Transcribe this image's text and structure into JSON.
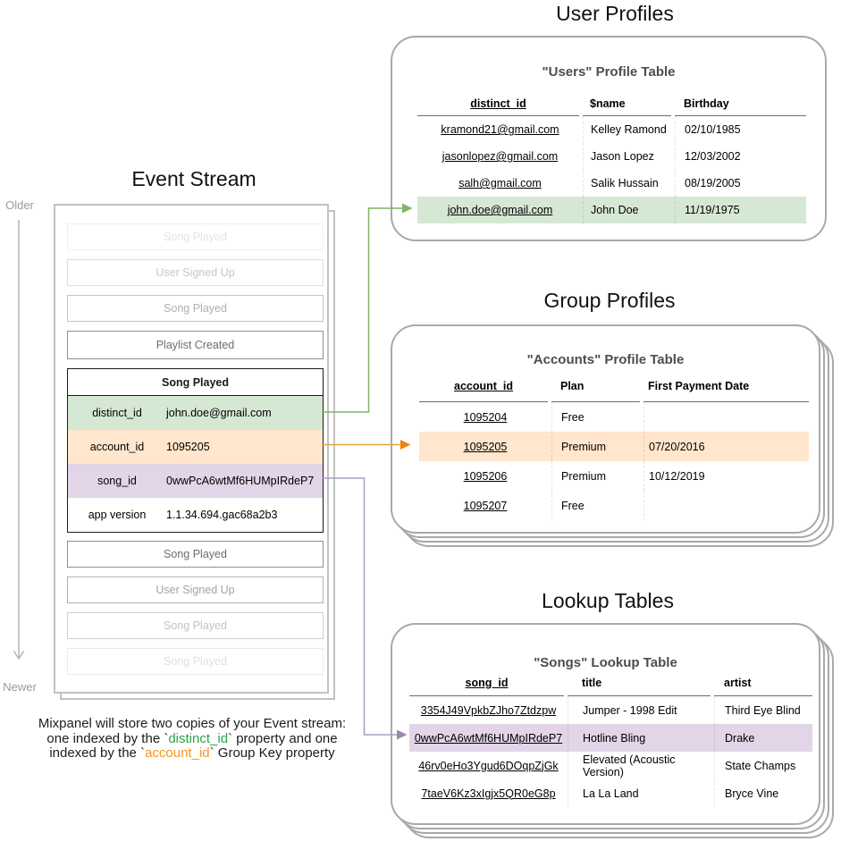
{
  "sections": {
    "event_stream": "Event Stream",
    "user_profiles": "User Profiles",
    "group_profiles": "Group Profiles",
    "lookup_tables": "Lookup Tables"
  },
  "timeline": {
    "older": "Older",
    "newer": "Newer"
  },
  "event_stream": {
    "events_before": [
      "Song Played",
      "User Signed Up",
      "Song Played",
      "Playlist Created"
    ],
    "expanded_event": {
      "title": "Song Played",
      "properties": [
        {
          "key": "distinct_id",
          "value": "john.doe@gmail.com",
          "highlight": "#d5e8d4"
        },
        {
          "key": "account_id",
          "value": "1095205",
          "highlight": "#ffe6cc"
        },
        {
          "key": "song_id",
          "value": "0wwPcA6wtMf6HUMpIRdeP7",
          "highlight": "#e1d5e7"
        },
        {
          "key": "app version",
          "value": "1.1.34.694.gac68a2b3",
          "highlight": "none"
        }
      ]
    },
    "events_after": [
      "Song Played",
      "User Signed Up",
      "Song Played",
      "Song Played"
    ]
  },
  "user_table": {
    "title": "\"Users\" Profile Table",
    "columns": [
      "distinct_id",
      "$name",
      "Birthday"
    ],
    "rows": [
      [
        "kramond21@gmail.com",
        "Kelley Ramond",
        "02/10/1985"
      ],
      [
        "jasonlopez@gmail.com",
        "Jason Lopez",
        "12/03/2002"
      ],
      [
        "salh@gmail.com",
        "Salik Hussain",
        "08/19/2005"
      ],
      [
        "john.doe@gmail.com",
        "John Doe",
        "11/19/1975"
      ]
    ],
    "highlighted_row_index": 3
  },
  "group_table": {
    "title": "\"Accounts\" Profile Table",
    "columns": [
      "account_id",
      "Plan",
      "First Payment Date"
    ],
    "rows": [
      [
        "1095204",
        "Free",
        ""
      ],
      [
        "1095205",
        "Premium",
        "07/20/2016"
      ],
      [
        "1095206",
        "Premium",
        "10/12/2019"
      ],
      [
        "1095207",
        "Free",
        ""
      ]
    ],
    "highlighted_row_index": 1
  },
  "lookup_table": {
    "title": "\"Songs\" Lookup Table",
    "columns": [
      "song_id",
      "title",
      "artist"
    ],
    "rows": [
      [
        "3354J49VpkbZJho7Ztdzpw",
        "Jumper - 1998 Edit",
        "Third Eye Blind"
      ],
      [
        "0wwPcA6wtMf6HUMpIRdeP7",
        "Hotline Bling",
        "Drake"
      ],
      [
        "46rv0eHo3Ygud6DOqpZjGk",
        "Elevated (Acoustic Version)",
        "State Champs"
      ],
      [
        "7taeV6Kz3xIgjx5QR0eG8p",
        "La La Land",
        "Bryce Vine"
      ]
    ],
    "highlighted_row_index": 1
  },
  "caption": {
    "line1": "Mixpanel will store two copies of your Event stream:",
    "line2_pre": "one indexed by the `",
    "line2_key": "distinct_id",
    "line2_post": "` property and one",
    "line3_pre": "indexed by the `",
    "line3_key": "account_id",
    "line3_post": "` Group Key property"
  },
  "colors": {
    "green_fill": "#d5e8d4",
    "green_stroke": "#82b366",
    "orange_fill": "#ffe6cc",
    "orange_stroke": "#e5a43c",
    "purple_fill": "#e1d5e7",
    "purple_stroke": "#9d88b3",
    "caption_green": "#2da44e",
    "caption_orange": "#f7941d"
  }
}
